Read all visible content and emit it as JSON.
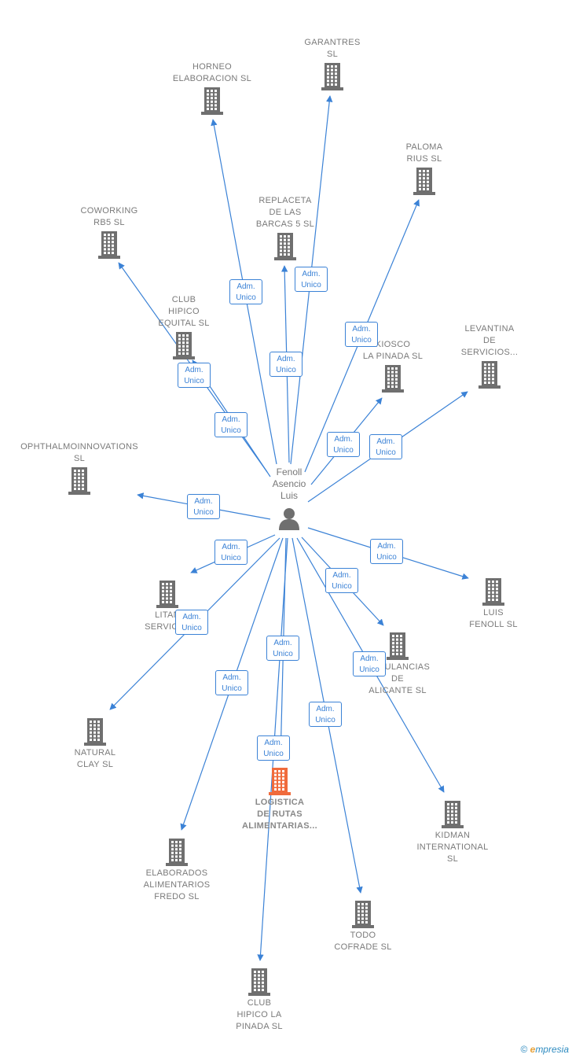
{
  "colors": {
    "edge": "#3b82d6",
    "building": "#6f6f6f",
    "building_highlight": "#f06b3c",
    "person": "#6f6f6f"
  },
  "person": {
    "name": "Fenoll\nAsencio\nLuis",
    "icon": "person-icon"
  },
  "companies": [
    {
      "id": "horneo",
      "name": "HORNEO\nELABORACION SL",
      "highlight": false
    },
    {
      "id": "garantres",
      "name": "GARANTRES\nSL",
      "highlight": false
    },
    {
      "id": "paloma",
      "name": "PALOMA\nRIUS SL",
      "highlight": false
    },
    {
      "id": "coworking",
      "name": "COWORKING\nRB5 SL",
      "highlight": false
    },
    {
      "id": "replaceta",
      "name": "REPLACETA\nDE LAS\nBARCAS 5 SL",
      "highlight": false
    },
    {
      "id": "clubhipico",
      "name": "CLUB\nHIPICO\nEQUITAL SL",
      "highlight": false
    },
    {
      "id": "kiosco",
      "name": "KIOSCO\nLA PINADA SL",
      "highlight": false
    },
    {
      "id": "levantina",
      "name": "LEVANTINA\nDE\nSERVICIOS...",
      "highlight": false
    },
    {
      "id": "ophthalmo",
      "name": "OPHTHALMOINNOVATIONS\nSL",
      "highlight": false
    },
    {
      "id": "litan",
      "name": "LITAN\nSERVICES",
      "highlight": false
    },
    {
      "id": "luisfenoll",
      "name": "LUIS\nFENOLL SL",
      "highlight": false
    },
    {
      "id": "ambulancias",
      "name": "AMBULANCIAS\nDE\nALICANTE SL",
      "highlight": false
    },
    {
      "id": "naturalclay",
      "name": "NATURAL\nCLAY SL",
      "highlight": false
    },
    {
      "id": "logistica",
      "name": "LOGISTICA\nDE RUTAS\nALIMENTARIAS...",
      "highlight": true
    },
    {
      "id": "kidman",
      "name": "KIDMAN\nINTERNATIONAL\nSL",
      "highlight": false
    },
    {
      "id": "elaborados",
      "name": "ELABORADOS\nALIMENTARIOS\nFREDO SL",
      "highlight": false
    },
    {
      "id": "todocofrade",
      "name": "TODO\nCOFRADE SL",
      "highlight": false
    },
    {
      "id": "clubpinada",
      "name": "CLUB\nHIPICO LA\nPINADA SL",
      "highlight": false
    }
  ],
  "role_label": {
    "line1": "Adm.",
    "line2": "Unico"
  },
  "footer": {
    "copyright": "©",
    "brand_initial": "e",
    "brand_rest": "mpresia"
  }
}
